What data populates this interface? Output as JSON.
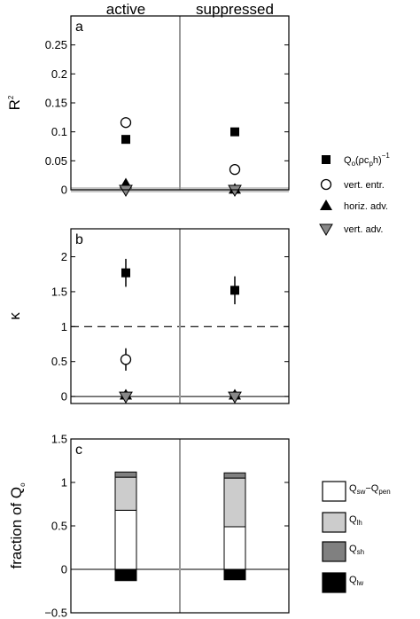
{
  "chart_data": [
    {
      "type": "scatter",
      "panel_label": "a",
      "categories": [
        "active",
        "suppressed"
      ],
      "ylabel": "R",
      "ylabel_sup": "2",
      "ylim": [
        0,
        0.3
      ],
      "yticks": [
        "0",
        "0.05",
        "0.1",
        "0.15",
        "0.2",
        "0.25"
      ],
      "ytick_values": [
        0,
        0.05,
        0.1,
        0.15,
        0.2,
        0.25
      ],
      "series": [
        {
          "name": "Q_o(ρc_ph)^-1",
          "marker": "square",
          "values": [
            0.087,
            0.1
          ]
        },
        {
          "name": "vert. entr.",
          "marker": "circle",
          "values": [
            0.116,
            0.035
          ]
        },
        {
          "name": "horiz. adv.",
          "marker": "triangle-up",
          "values": [
            0.01,
            0.001
          ]
        },
        {
          "name": "vert. adv.",
          "marker": "triangle-down",
          "values": [
            0.0,
            0.0
          ]
        }
      ]
    },
    {
      "type": "scatter",
      "panel_label": "b",
      "categories": [
        "active",
        "suppressed"
      ],
      "ylabel": "κ",
      "ylim": [
        -0.1,
        2.4
      ],
      "yticks": [
        "0",
        "0.5",
        "1",
        "1.5",
        "2"
      ],
      "ytick_values": [
        0,
        0.5,
        1,
        1.5,
        2
      ],
      "reference_line": 1,
      "series": [
        {
          "name": "Q_o(ρc_ph)^-1",
          "marker": "square",
          "values": [
            1.77,
            1.52
          ],
          "err": [
            0.2,
            0.2
          ]
        },
        {
          "name": "vert. entr.",
          "marker": "circle",
          "values": [
            0.53,
            null
          ],
          "err": [
            0.16,
            null
          ]
        },
        {
          "name": "horiz. adv.",
          "marker": "triangle-up",
          "values": [
            0.02,
            0.02
          ]
        },
        {
          "name": "vert. adv.",
          "marker": "triangle-down",
          "values": [
            0.0,
            0.0
          ]
        }
      ]
    },
    {
      "type": "bar",
      "stacked": true,
      "panel_label": "c",
      "categories": [
        "active",
        "suppressed"
      ],
      "ylabel": "fraction of Q",
      "ylabel_sub": "o",
      "ylim": [
        -0.5,
        1.5
      ],
      "yticks": [
        "−0.5",
        "0",
        "0.5",
        "1",
        "1.5"
      ],
      "ytick_values": [
        -0.5,
        0,
        0.5,
        1,
        1.5
      ],
      "series": [
        {
          "name": "Q_sw−Q_pen",
          "color": "#ffffff",
          "values": [
            0.68,
            0.49
          ]
        },
        {
          "name": "Q_lh",
          "color": "#cccccc",
          "values": [
            0.38,
            0.56
          ]
        },
        {
          "name": "Q_sh",
          "color": "#808080",
          "values": [
            0.06,
            0.06
          ]
        },
        {
          "name": "Q_lw",
          "color": "#000000",
          "values": [
            -0.13,
            -0.12
          ]
        }
      ]
    }
  ],
  "legend_top": [
    {
      "marker": "square",
      "main": "Q",
      "sub1": "o",
      "mid": "(ρc",
      "sub2": "p",
      "tail": "h)",
      "sup": "−1"
    },
    {
      "marker": "circle",
      "text": "vert. entr."
    },
    {
      "marker": "triangle-up",
      "text": "horiz. adv."
    },
    {
      "marker": "triangle-down",
      "text": "vert. adv."
    }
  ],
  "legend_bottom": [
    {
      "color": "#ffffff",
      "main": "Q",
      "sub1": "sw",
      "mid": "−Q",
      "sub2": "pen"
    },
    {
      "color": "#cccccc",
      "main": "Q",
      "sub1": "lh"
    },
    {
      "color": "#808080",
      "main": "Q",
      "sub1": "sh"
    },
    {
      "color": "#000000",
      "main": "Q",
      "sub1": "lw"
    }
  ]
}
